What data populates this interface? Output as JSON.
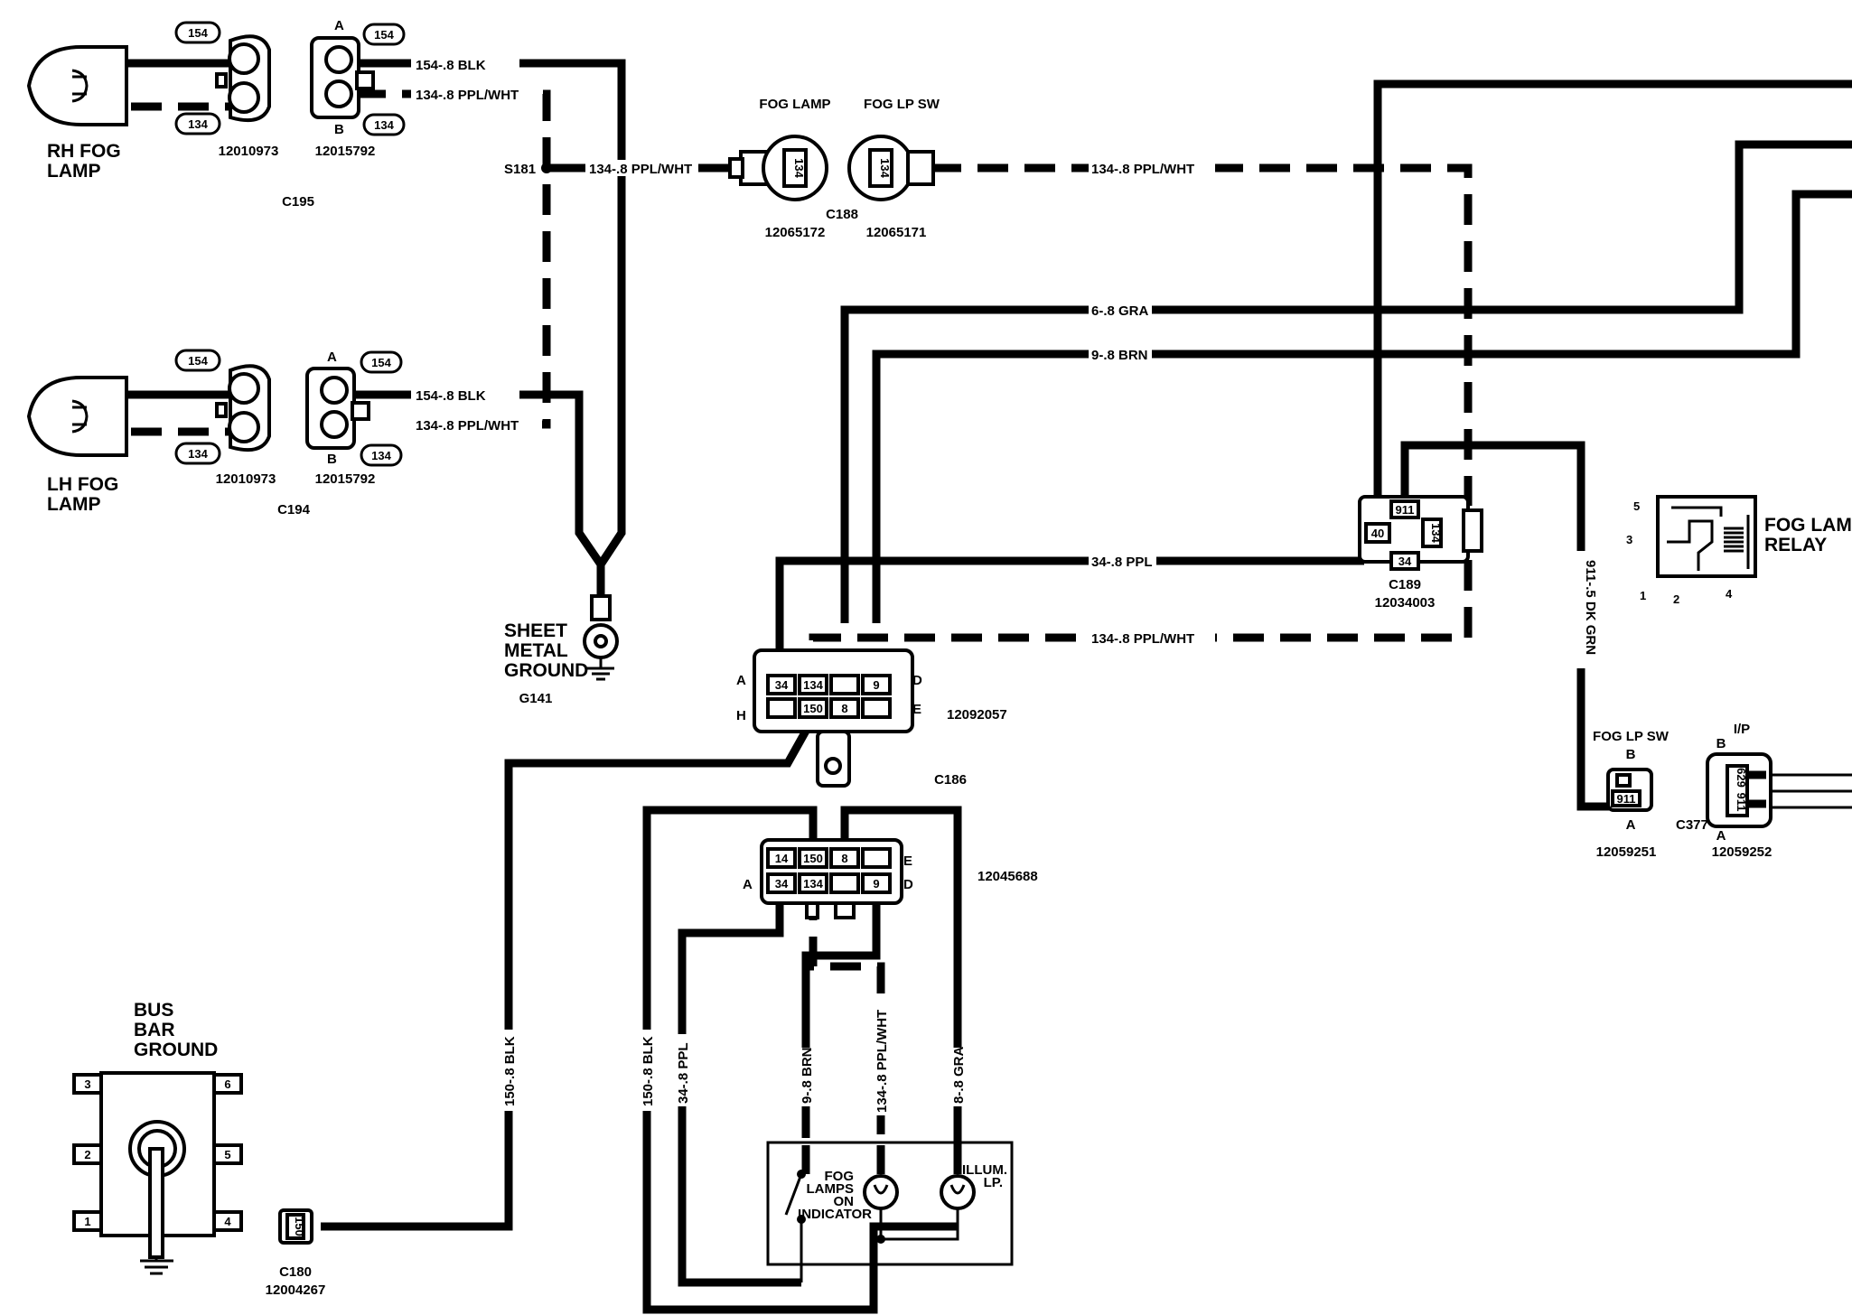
{
  "components": {
    "rh_fog_lamp": [
      "RH FOG",
      "LAMP"
    ],
    "lh_fog_lamp": [
      "LH FOG",
      "LAMP"
    ],
    "sheet_metal_ground": [
      "SHEET",
      "METAL",
      "GROUND"
    ],
    "bus_bar_ground": [
      "BUS",
      "BAR",
      "GROUND"
    ],
    "fog_lamp_relay": [
      "FOG LAMP",
      "RELAY"
    ],
    "fog_lamp": "FOG LAMP",
    "fog_lp_sw": "FOG LP SW",
    "fog_lp_sw_lower": "FOG LP SW",
    "ip": "I/P",
    "indicator": [
      "FOG",
      "LAMPS",
      "ON",
      "INDICATOR"
    ],
    "illum": [
      "ILLUM.",
      "LP."
    ]
  },
  "connectors": {
    "c195": "C195",
    "c194": "C194",
    "c188": "C188",
    "c189": "C189",
    "c186": "C186",
    "c180": "C180",
    "c377": "C377",
    "g141": "G141",
    "s181": "S181",
    "p12010973_top": "12010973",
    "p12015792_top": "12015792",
    "p12010973_bot": "12010973",
    "p12015792_bot": "12015792",
    "p12065172": "12065172",
    "p12065171": "12065171",
    "p12034003": "12034003",
    "p12092057": "12092057",
    "p12045688": "12045688",
    "p12004267": "12004267",
    "p12059251": "12059251",
    "p12059252": "12059252"
  },
  "wires": {
    "w154_blk_top": "154-.8 BLK",
    "w134_ppl_top": "134-.8 PPL/WHT",
    "w154_blk_bot": "154-.8 BLK",
    "w134_ppl_bot": "134-.8 PPL/WHT",
    "w134_s181": "134-.8 PPL/WHT",
    "w134_fogsw": "134-.8 PPL/WHT",
    "w6_gra": "6-.8 GRA",
    "w9_brn": "9-.8 BRN",
    "w34_ppl": "34-.8 PPL",
    "w134_c186": "134-.8 PPL/WHT",
    "w911": "911-.5 DK GRN",
    "v150_blk": "150-.8 BLK",
    "v150_blk2": "150-.8 BLK",
    "v34_ppl": "34-.8 PPL",
    "v9_brn": "9-.8 BRN",
    "v134_ppl": "134-.8 PPL/WHT",
    "v8_gra": "8-.8 GRA"
  },
  "callouts": {
    "rh_154_a": "154",
    "rh_134_a": "134",
    "rh_154_b": "154",
    "rh_134_b": "134",
    "lh_154_a": "154",
    "lh_134_a": "134",
    "lh_154_b": "154",
    "lh_134_b": "134"
  },
  "letters": {
    "rh_A": "A",
    "rh_B": "B",
    "lh_A": "A",
    "lh_B": "B",
    "c186_A": "A",
    "c186_H": "H",
    "c186_D": "D",
    "c186_E": "E",
    "sw_A": "A",
    "sw_E": "E",
    "sw_D": "D",
    "fsw_B": "B",
    "fsw_A": "A",
    "ip_B": "B",
    "ip_A": "A"
  },
  "pins": {
    "c186": [
      "34",
      "134",
      "",
      "9",
      "",
      "150",
      "8",
      ""
    ],
    "switch": [
      "14",
      "150",
      "8",
      "",
      "34",
      "134",
      "",
      "9"
    ],
    "c189": [
      "911",
      "40",
      "34",
      "134"
    ],
    "c188": [
      "134",
      "134"
    ],
    "relay": [
      "5",
      "3",
      "1",
      "2",
      "4"
    ],
    "bus_bar": [
      "3",
      "2",
      "1",
      "6",
      "5",
      "4"
    ],
    "c180": "150",
    "c377_sw": "911",
    "c377_ip": [
      "629",
      "911"
    ]
  }
}
